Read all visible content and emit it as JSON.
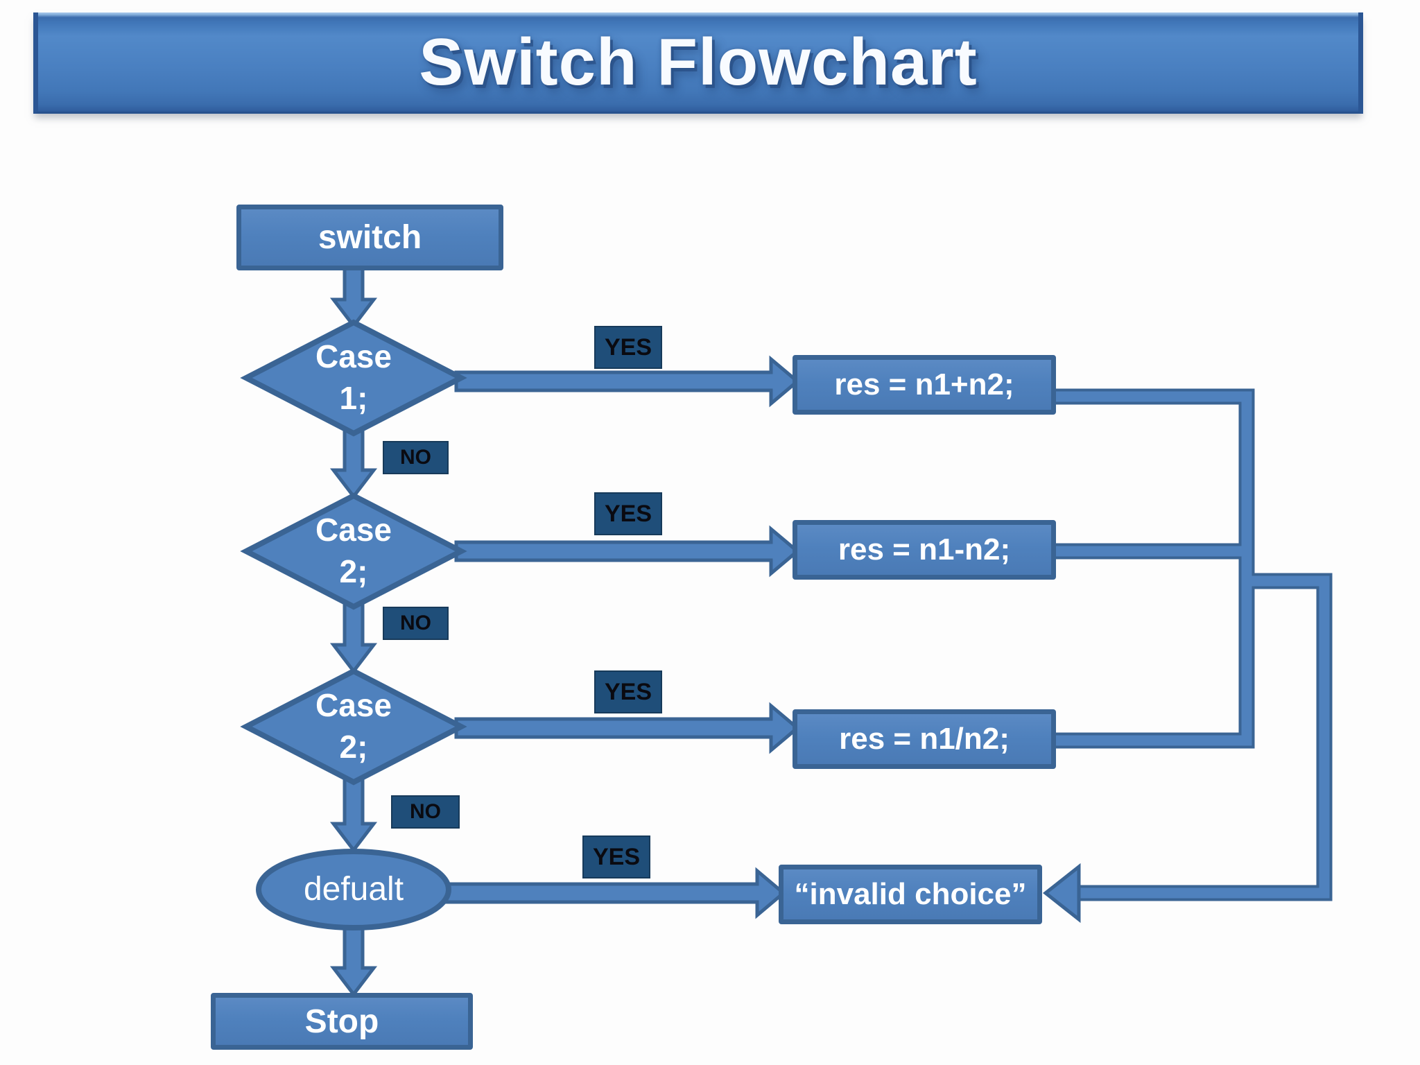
{
  "title": "Switch Flowchart",
  "nodes": {
    "start": {
      "label": "switch"
    },
    "decisions": [
      {
        "line1": "Case",
        "line2": "1;"
      },
      {
        "line1": "Case",
        "line2": "2;"
      },
      {
        "line1": "Case",
        "line2": "2;"
      }
    ],
    "results": [
      {
        "label": "res = n1+n2;"
      },
      {
        "label": "res = n1-n2;"
      },
      {
        "label": "res = n1/n2;"
      }
    ],
    "invalid": {
      "label": "“invalid choice”"
    },
    "default_ellipse": {
      "label": "defualt"
    },
    "stop": {
      "label": "Stop"
    }
  },
  "labels": {
    "yes": [
      "YES",
      "YES",
      "YES",
      "YES"
    ],
    "no": [
      "NO",
      "NO",
      "NO"
    ]
  },
  "colors": {
    "shape_fill": "#4f81bd",
    "shape_border": "#3a6494",
    "label_box_fill": "#1f4e79",
    "banner_blue": "#4a80c1"
  }
}
